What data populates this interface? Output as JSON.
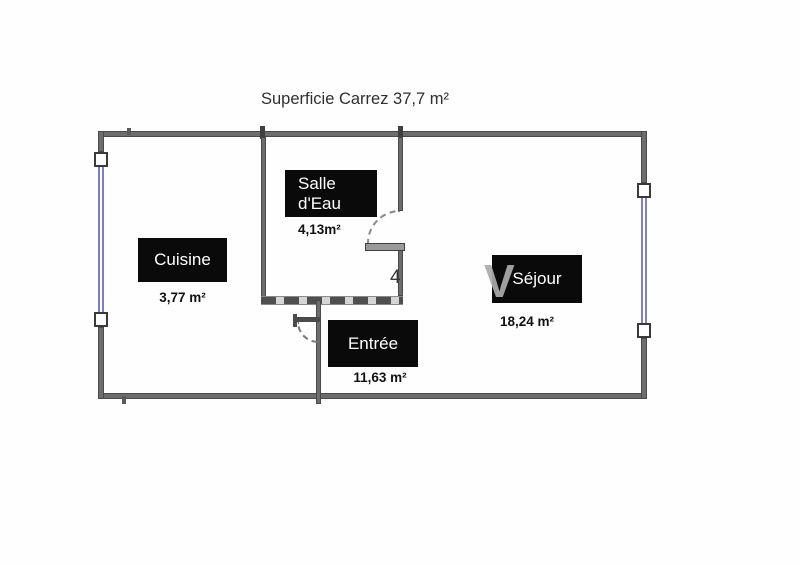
{
  "title": "Superficie Carrez 37,7 m²",
  "rooms": {
    "cuisine": {
      "name": "Cuisine",
      "area": "3,77 m²"
    },
    "salle_deau": {
      "name": "Salle d'Eau",
      "area": "4,13m²"
    },
    "sejour": {
      "name": "Séjour",
      "area": "18,24 m²"
    },
    "entree": {
      "name": "Entrée",
      "area": "11,63 m²"
    }
  },
  "annotations": {
    "door_dimension": "4",
    "watermark_letter": "V"
  },
  "colors": {
    "wall": "#6d6d6d",
    "window": "#7e7ec9",
    "label_background": "#0a0a0a",
    "label_text": "#ffffff"
  }
}
